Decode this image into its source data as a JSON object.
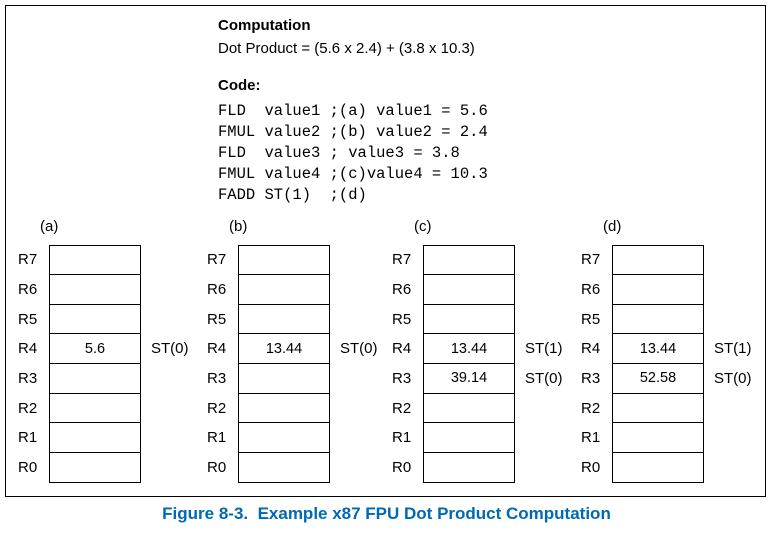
{
  "figure": {
    "computation": {
      "heading": "Computation",
      "expression": "Dot Product = (5.6 x 2.4) + (3.8 x 10.3)"
    },
    "code": {
      "heading": "Code:",
      "lines": [
        "FLD  value1 ;(a) value1 = 5.6",
        "FMUL value2 ;(b) value2 = 2.4",
        "FLD  value3 ; value3 = 3.8",
        "FMUL value4 ;(c)value4 = 10.3",
        "FADD ST(1)  ;(d)"
      ]
    },
    "registers": [
      "R7",
      "R6",
      "R5",
      "R4",
      "R3",
      "R2",
      "R1",
      "R0"
    ],
    "stacks": [
      {
        "label": "(a)",
        "rows": [
          {
            "value": "",
            "st": ""
          },
          {
            "value": "",
            "st": ""
          },
          {
            "value": "",
            "st": ""
          },
          {
            "value": "5.6",
            "st": "ST(0)"
          },
          {
            "value": "",
            "st": ""
          },
          {
            "value": "",
            "st": ""
          },
          {
            "value": "",
            "st": ""
          },
          {
            "value": "",
            "st": ""
          }
        ]
      },
      {
        "label": "(b)",
        "rows": [
          {
            "value": "",
            "st": ""
          },
          {
            "value": "",
            "st": ""
          },
          {
            "value": "",
            "st": ""
          },
          {
            "value": "13.44",
            "st": "ST(0)"
          },
          {
            "value": "",
            "st": ""
          },
          {
            "value": "",
            "st": ""
          },
          {
            "value": "",
            "st": ""
          },
          {
            "value": "",
            "st": ""
          }
        ]
      },
      {
        "label": "(c)",
        "rows": [
          {
            "value": "",
            "st": ""
          },
          {
            "value": "",
            "st": ""
          },
          {
            "value": "",
            "st": ""
          },
          {
            "value": "13.44",
            "st": "ST(1)"
          },
          {
            "value": "39.14",
            "st": "ST(0)"
          },
          {
            "value": "",
            "st": ""
          },
          {
            "value": "",
            "st": ""
          },
          {
            "value": "",
            "st": ""
          }
        ]
      },
      {
        "label": "(d)",
        "rows": [
          {
            "value": "",
            "st": ""
          },
          {
            "value": "",
            "st": ""
          },
          {
            "value": "",
            "st": ""
          },
          {
            "value": "13.44",
            "st": "ST(1)"
          },
          {
            "value": "52.58",
            "st": "ST(0)"
          },
          {
            "value": "",
            "st": ""
          },
          {
            "value": "",
            "st": ""
          },
          {
            "value": "",
            "st": ""
          }
        ]
      }
    ],
    "caption": "Figure 8-3.  Example x87 FPU Dot Product Computation",
    "colors": {
      "caption": "#0069b4",
      "line": "#000000"
    }
  }
}
